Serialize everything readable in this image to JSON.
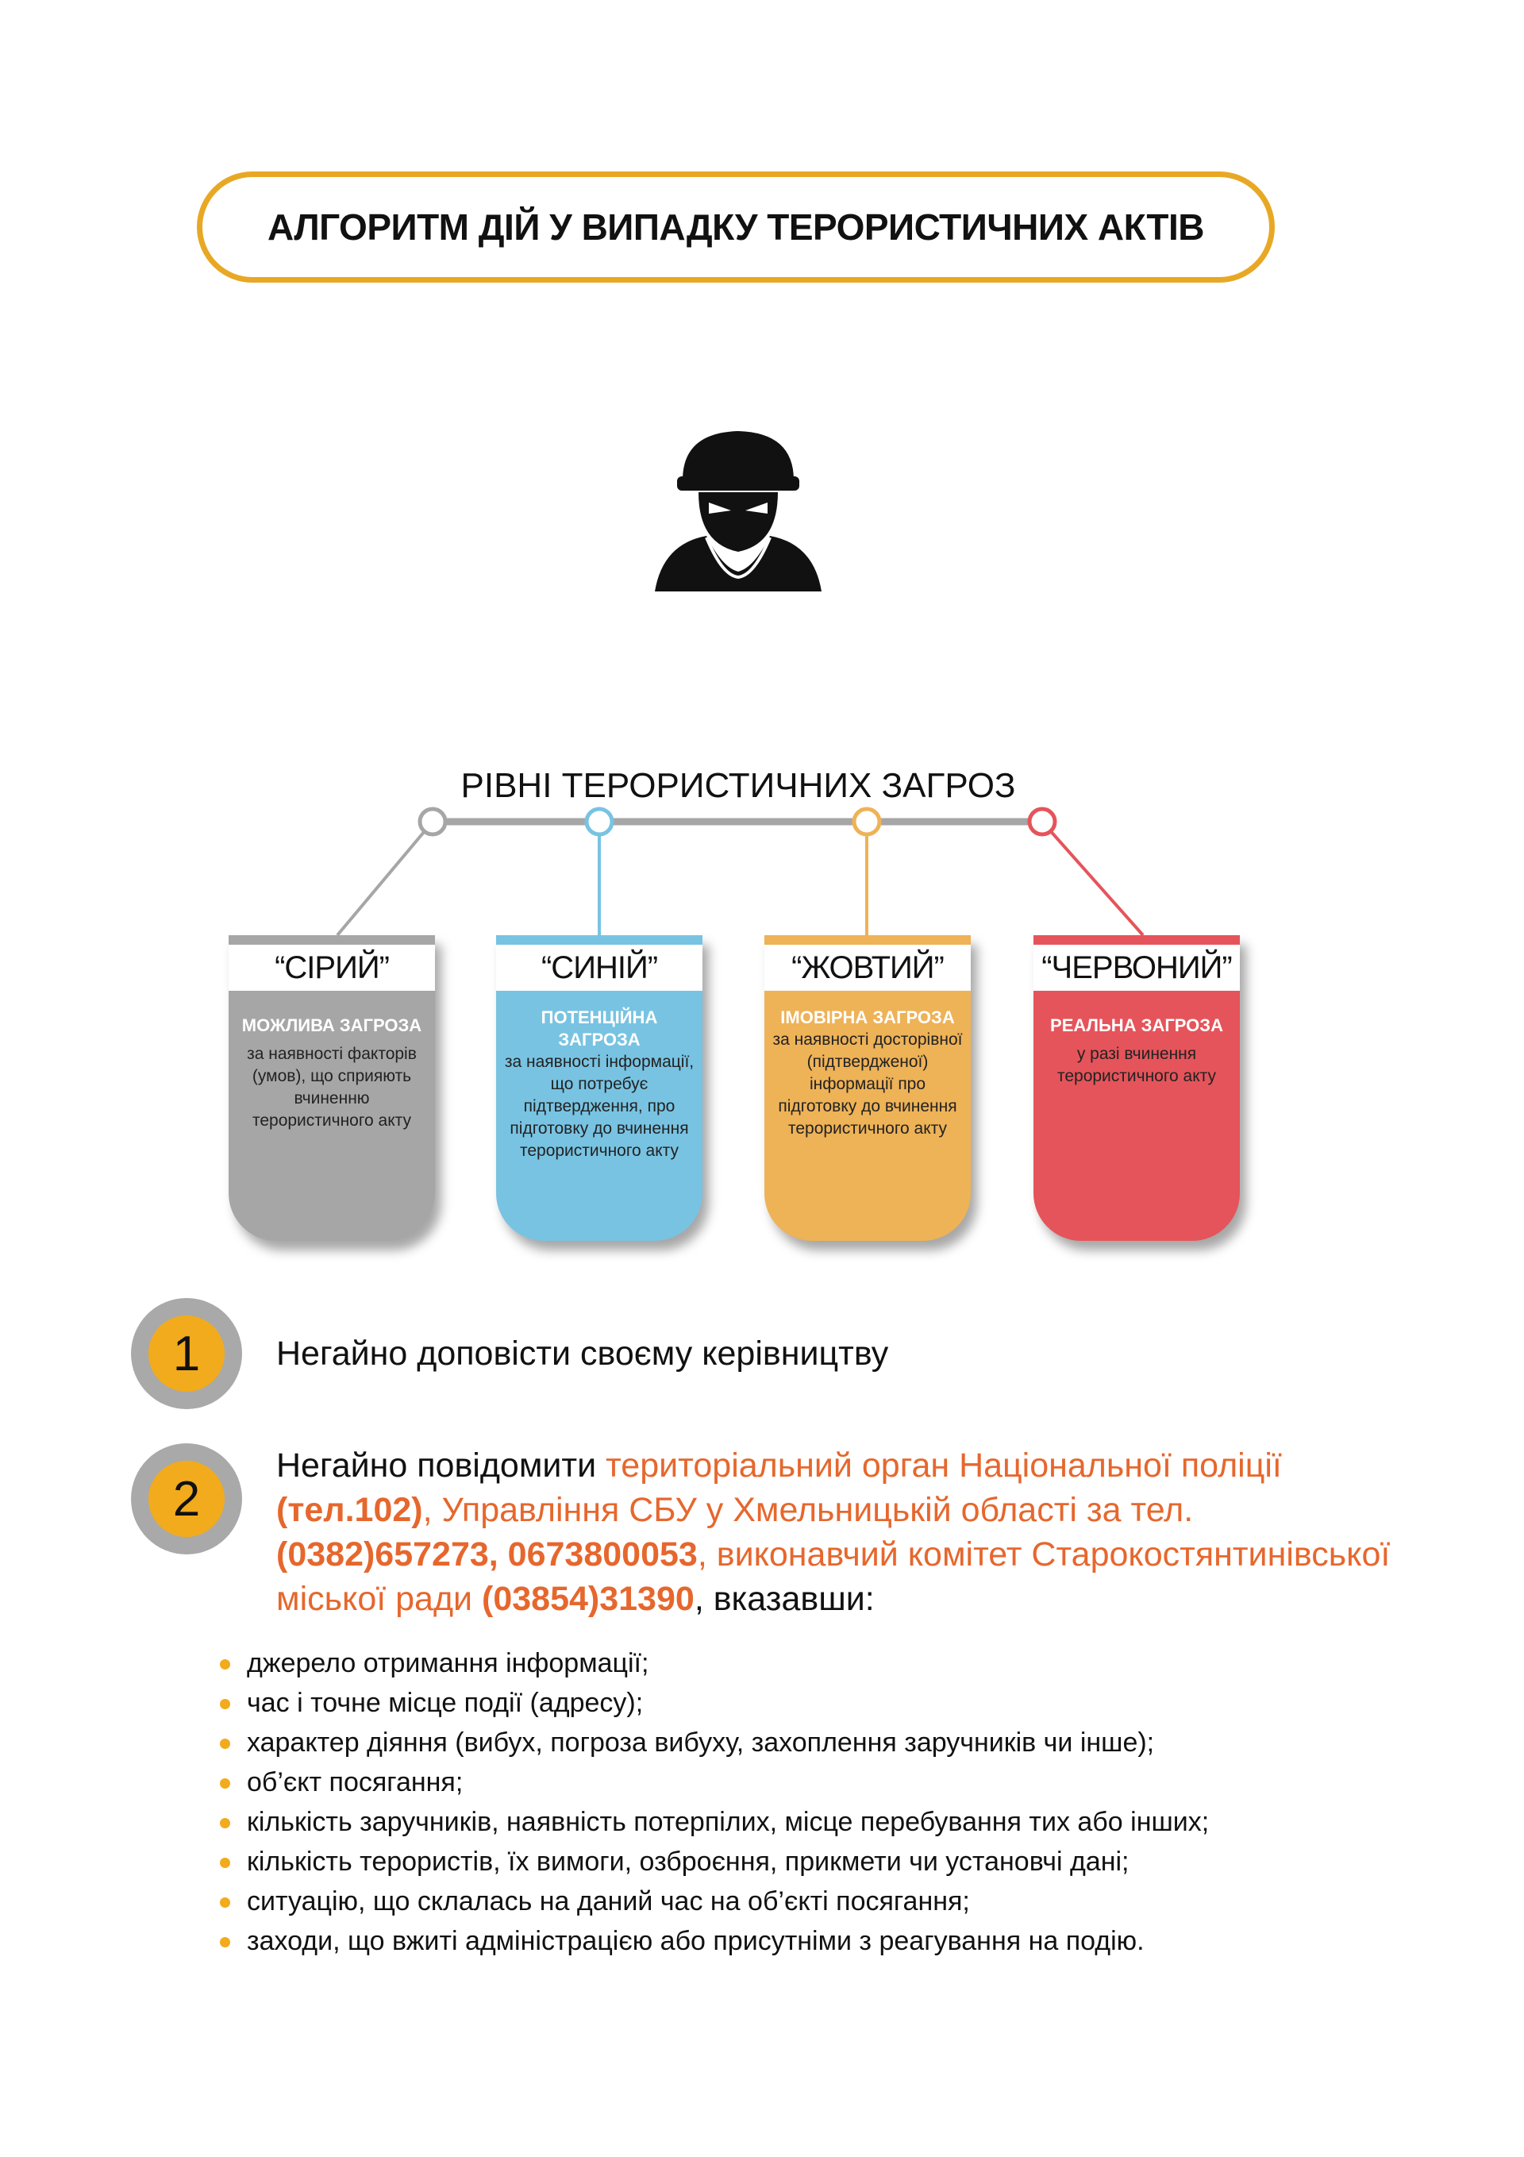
{
  "title": "АЛГОРИТМ ДІЙ У ВИПАДКУ ТЕРОРИСТИЧНИХ АКТІВ",
  "levels_heading": "РІВНІ ТЕРОРИСТИЧНИХ ЗАГРОЗ",
  "colors": {
    "grey": "#a6a6a6",
    "blue": "#78c3e2",
    "yellow": "#eeb257",
    "red": "#e5545a",
    "accent": "#e8a824",
    "orange_text": "#e6672d"
  },
  "levels": [
    {
      "name": "“СІРИЙ”",
      "threat": "МОЖЛИВА ЗАГРОЗА",
      "desc": "за наявності факторів (умов), що сприяють вчиненню терористичного акту"
    },
    {
      "name": "“СИНІЙ”",
      "threat": "ПОТЕНЦІЙНА ЗАГРОЗА",
      "desc": "за наявності інформації, що потребує підтвердження, про підготовку до вчинення терористичного акту"
    },
    {
      "name": "“ЖОВТИЙ”",
      "threat": "ІМОВІРНА ЗАГРОЗА",
      "desc": "за наявності досторівної (підтвердженої) інформації про підготовку до вчинення терористичного акту"
    },
    {
      "name": "“ЧЕРВОНИЙ”",
      "threat": "РЕАЛЬНА ЗАГРОЗА",
      "desc": "у разі вчинення терористичного акту"
    }
  ],
  "steps": [
    {
      "number": "1",
      "text": "Негайно доповісти своєму керівництву"
    },
    {
      "number": "2",
      "parts": [
        "Негайно повідомити ",
        "територіальний орган Національної поліції ",
        "(тел.102)",
        ", Управління СБУ у Хмельницькій області за тел. ",
        "(0382)657273, 0673800053",
        ", виконавчий комітет Старокостянтинівської міської ради ",
        "(03854)31390",
        ", вказавши:"
      ]
    }
  ],
  "bullets": [
    "джерело отримання інформації;",
    "час і точне місце події (адресу);",
    "характер діяння (вибух, погроза вибуху, захоплення заручників чи інше);",
    "об’єкт посягання;",
    "кількість заручників, наявність потерпілих, місце перебування тих або інших;",
    "кількість терористів, їх вимоги, озброєння, прикмети чи установчі дані;",
    "ситуацію, що склалась на даний час на об’єкті посягання;",
    "заходи, що вжиті адміністрацією або присутніми з реагування на подію."
  ]
}
